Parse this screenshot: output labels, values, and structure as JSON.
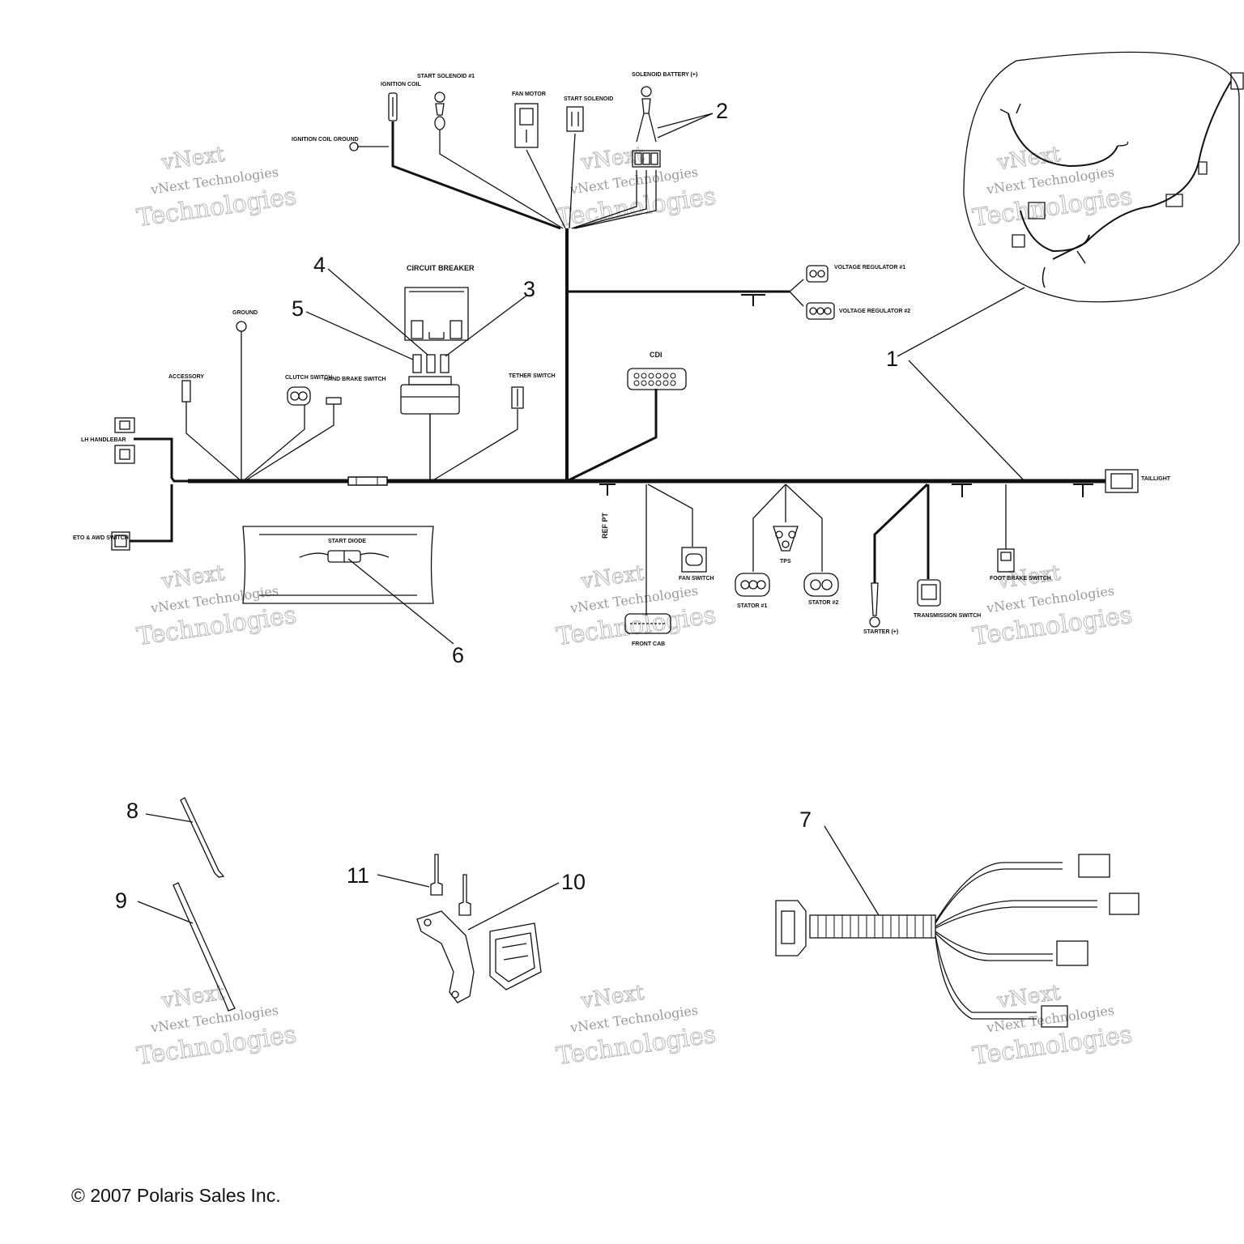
{
  "callouts": [
    "1",
    "2",
    "3",
    "4",
    "5",
    "6",
    "7",
    "8",
    "9",
    "10",
    "11"
  ],
  "labels": {
    "ignition_coil": "IGNITION COIL",
    "start_solenoid_1": "START SOLENOID #1",
    "fan_motor": "FAN MOTOR",
    "start_solenoid": "START SOLENOID",
    "solenoid_battery": "SOLENOID BATTERY (+)",
    "ignition_coil_ground": "IGNITION COIL GROUND",
    "circuit_breaker": "CIRCUIT BREAKER",
    "voltage_regulator_1": "VOLTAGE REGULATOR #1",
    "voltage_regulator_2": "VOLTAGE REGULATOR #2",
    "ground": "GROUND",
    "accessory": "ACCESSORY",
    "clutch_switch": "CLUTCH SWITCH",
    "hand_brake_switch": "HAND BRAKE SWITCH",
    "tether_switch": "TETHER SWITCH",
    "cdi": "CDI",
    "lh_handlebar": "LH HANDLEBAR",
    "eto_awd_switch": "ETO & AWD SWITCH",
    "taillight": "TAILLIGHT",
    "start_diode": "START DIODE",
    "ref_pt": "REF PT",
    "fan_switch": "FAN SWITCH",
    "front_cab": "FRONT CAB",
    "stator_1": "STATOR #1",
    "tps": "TPS",
    "stator_2": "STATOR #2",
    "starter": "STARTER (+)",
    "transmission_switch": "TRANSMISSION SWITCH",
    "foot_brake_switch": "FOOT BRAKE SWITCH"
  },
  "watermark": {
    "line1": "vNext Technologies",
    "line2": "vNext",
    "line3": "Technologies"
  },
  "footer": {
    "copyright": "© 2007 Polaris Sales Inc."
  }
}
